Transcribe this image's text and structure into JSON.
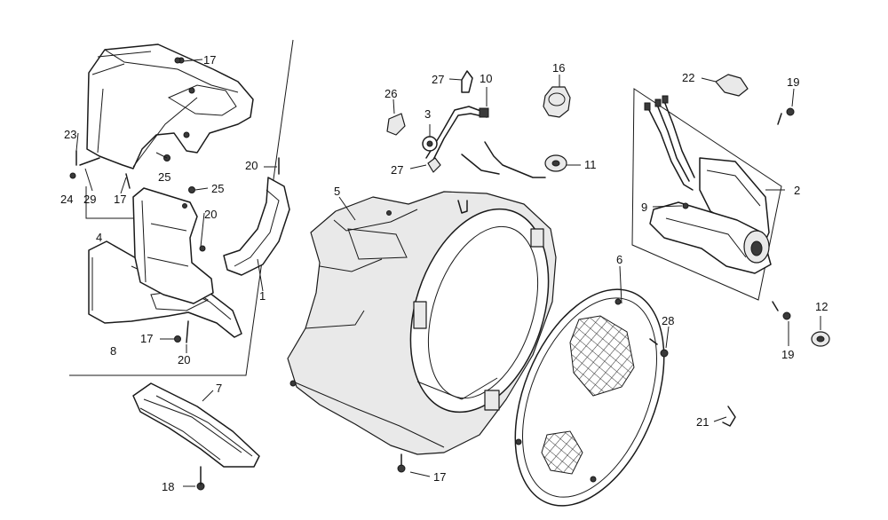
{
  "diagram": {
    "callouts": [
      {
        "id": "c17a",
        "text": "17"
      },
      {
        "id": "c23",
        "text": "23"
      },
      {
        "id": "c29",
        "text": "29"
      },
      {
        "id": "c24",
        "text": "24"
      },
      {
        "id": "c17b",
        "text": "17"
      },
      {
        "id": "c25a",
        "text": "25"
      },
      {
        "id": "c25b",
        "text": "25"
      },
      {
        "id": "c4",
        "text": "4"
      },
      {
        "id": "c20a",
        "text": "20"
      },
      {
        "id": "c20b",
        "text": "20"
      },
      {
        "id": "c1",
        "text": "1"
      },
      {
        "id": "c17c",
        "text": "17"
      },
      {
        "id": "c20c",
        "text": "20"
      },
      {
        "id": "c8",
        "text": "8"
      },
      {
        "id": "c7",
        "text": "7"
      },
      {
        "id": "c18",
        "text": "18"
      },
      {
        "id": "c26",
        "text": "26"
      },
      {
        "id": "c27a",
        "text": "27"
      },
      {
        "id": "c10",
        "text": "10"
      },
      {
        "id": "c3",
        "text": "3"
      },
      {
        "id": "c27b",
        "text": "27"
      },
      {
        "id": "c16",
        "text": "16"
      },
      {
        "id": "c11",
        "text": "11"
      },
      {
        "id": "c5",
        "text": "5"
      },
      {
        "id": "c17d",
        "text": "17"
      },
      {
        "id": "c6",
        "text": "6"
      },
      {
        "id": "c28",
        "text": "28"
      },
      {
        "id": "c22",
        "text": "22"
      },
      {
        "id": "c19a",
        "text": "19"
      },
      {
        "id": "c2",
        "text": "2"
      },
      {
        "id": "c9",
        "text": "9"
      },
      {
        "id": "c12",
        "text": "12"
      },
      {
        "id": "c19b",
        "text": "19"
      },
      {
        "id": "c21",
        "text": "21"
      }
    ]
  }
}
